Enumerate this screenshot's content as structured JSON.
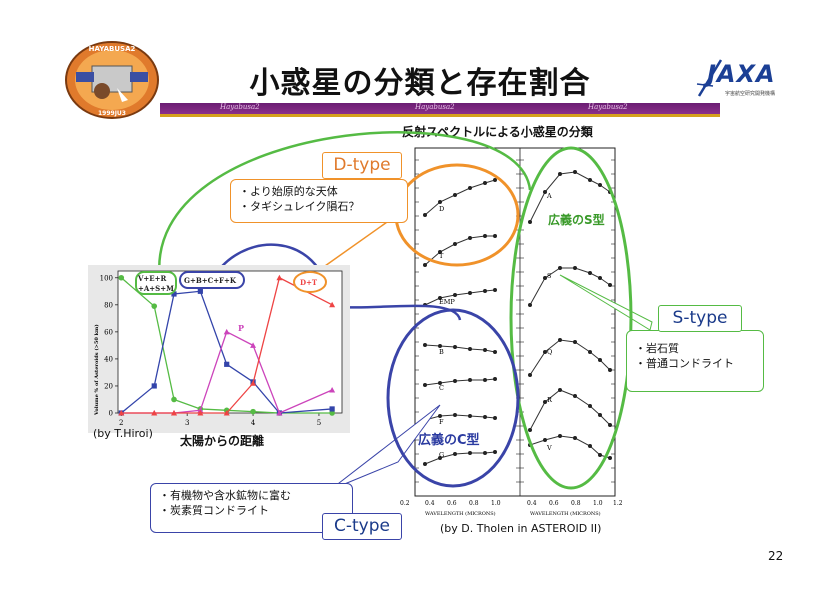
{
  "title": "小惑星の分類と存在割合",
  "header_bar": {
    "tags": [
      "Hayabusa2",
      "Hayabusa2",
      "Hayabusa2"
    ]
  },
  "logo": {
    "mission_top": "HAYABUSA2",
    "mission_bottom": "1999JU3",
    "agency": "JAXA",
    "agency_sub": "宇宙航空研究開発機構"
  },
  "spectra": {
    "title": "反射スペクトルによる小惑星の分類",
    "left_rows": [
      "D",
      "T",
      "EMP",
      "B",
      "C",
      "F",
      "G"
    ],
    "right_rows": [
      "A",
      "S",
      "Q",
      "R",
      "V"
    ],
    "x_ticks_left": [
      "0.2",
      "0.4",
      "0.6",
      "0.8",
      "1.0"
    ],
    "x_ticks_right": [
      "0.4",
      "0.6",
      "0.8",
      "1.0",
      "1.2"
    ],
    "xlabel": "WAVELENGTH (MICRONS)",
    "credit": "(by D. Tholen in ASTEROID II)"
  },
  "groups": {
    "s_group": "広義のS型",
    "c_group": "広義のC型"
  },
  "callouts": {
    "d_type": {
      "label": "D-type",
      "lines": [
        "・より始原的な天体",
        "・タギシュレイク隕石？"
      ]
    },
    "s_type": {
      "label": "S-type",
      "lines": [
        "・岩石質",
        "・普通コンドライト"
      ]
    },
    "c_type": {
      "label": "C-type",
      "lines": [
        "・有機物や含水鉱物に富む",
        "・炭素質コンドライト"
      ]
    }
  },
  "chart_data": {
    "type": "line",
    "x": [
      2.0,
      2.5,
      2.8,
      3.2,
      3.6,
      4.0,
      4.4,
      5.2
    ],
    "ylabel": "Volume % of Asteroids (>50 km)",
    "xticks": [
      "2",
      "3",
      "4",
      "5"
    ],
    "yticks": [
      "0",
      "20",
      "40",
      "60",
      "80",
      "100"
    ],
    "xlim": [
      1.95,
      5.35
    ],
    "ylim": [
      0,
      105
    ],
    "series": [
      {
        "name": "V+E+R+A+S+M",
        "color": "#55bb44",
        "values": [
          100,
          79,
          10,
          3,
          2,
          1,
          0,
          0
        ]
      },
      {
        "name": "G+B+C+F+K",
        "color": "#3344aa",
        "values": [
          0,
          20,
          88,
          90,
          36,
          23,
          0,
          3
        ]
      },
      {
        "name": "P",
        "color": "#cc44bb",
        "values": [
          0,
          0,
          0,
          2,
          60,
          50,
          0,
          17
        ]
      },
      {
        "name": "D+T",
        "color": "#ee4444",
        "values": [
          0,
          0,
          0,
          0,
          0,
          22,
          100,
          80
        ]
      }
    ],
    "annotations": [
      "V+E+R +A+S+M",
      "G+B+C+F+K",
      "P",
      "D+T"
    ],
    "credit": "(by T.Hiroi)",
    "xlabel_caption": "太陽からの距離"
  },
  "page_number": "22"
}
